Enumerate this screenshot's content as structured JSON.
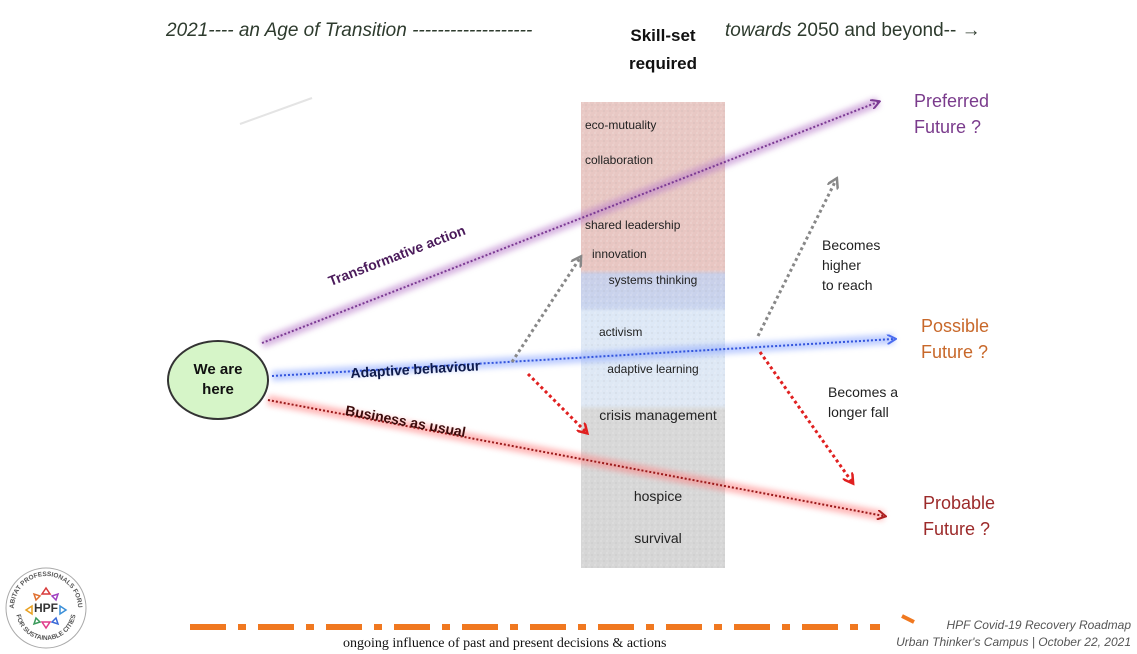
{
  "header": {
    "left_year": "2021",
    "left_text": "---- an Age of Transition  -------------------",
    "right_italic": "towards",
    "right_text": " 2050 and beyond-- →"
  },
  "skills": {
    "title_line1": "Skill-set",
    "title_line2": "required",
    "items": [
      "eco-mutuality",
      "collaboration",
      "shared leadership",
      "innovation",
      "systems thinking",
      "activism",
      "adaptive learning",
      "crisis management",
      "hospice",
      "survival"
    ]
  },
  "start": {
    "line1": "We are",
    "line2": "here"
  },
  "paths": {
    "transformative": "Transformative action",
    "adaptive": "Adaptive behaviour",
    "business": "Business as usual"
  },
  "futures": {
    "preferred": {
      "line1": "Preferred",
      "line2": "Future ?",
      "color": "#7a3b8c"
    },
    "possible": {
      "line1": "Possible",
      "line2": "Future ?",
      "color": "#c8682a"
    },
    "probable": {
      "line1": "Probable",
      "line2": "Future ?",
      "color": "#9c2a2a"
    }
  },
  "notes": {
    "higher": [
      "Becomes",
      "higher",
      "to reach"
    ],
    "longer": [
      "Becomes a",
      "longer fall"
    ]
  },
  "footer": {
    "influence": "ongoing influence of past and present decisions & actions",
    "roadmap": "HPF Covid-19 Recovery Roadmap",
    "event": "Urban Thinker's Campus | October 22, 2021"
  },
  "logo": {
    "center": "HPF",
    "ring_top": "HABITAT PROFESSIONALS FORUM",
    "ring_bottom": "FOR SUSTAINABLE CITIES"
  },
  "colors": {
    "purple": "#7b3a93",
    "blue": "#4a6cf0",
    "red": "#e02020",
    "orange": "#f07820",
    "gray_dots": "#888888"
  }
}
